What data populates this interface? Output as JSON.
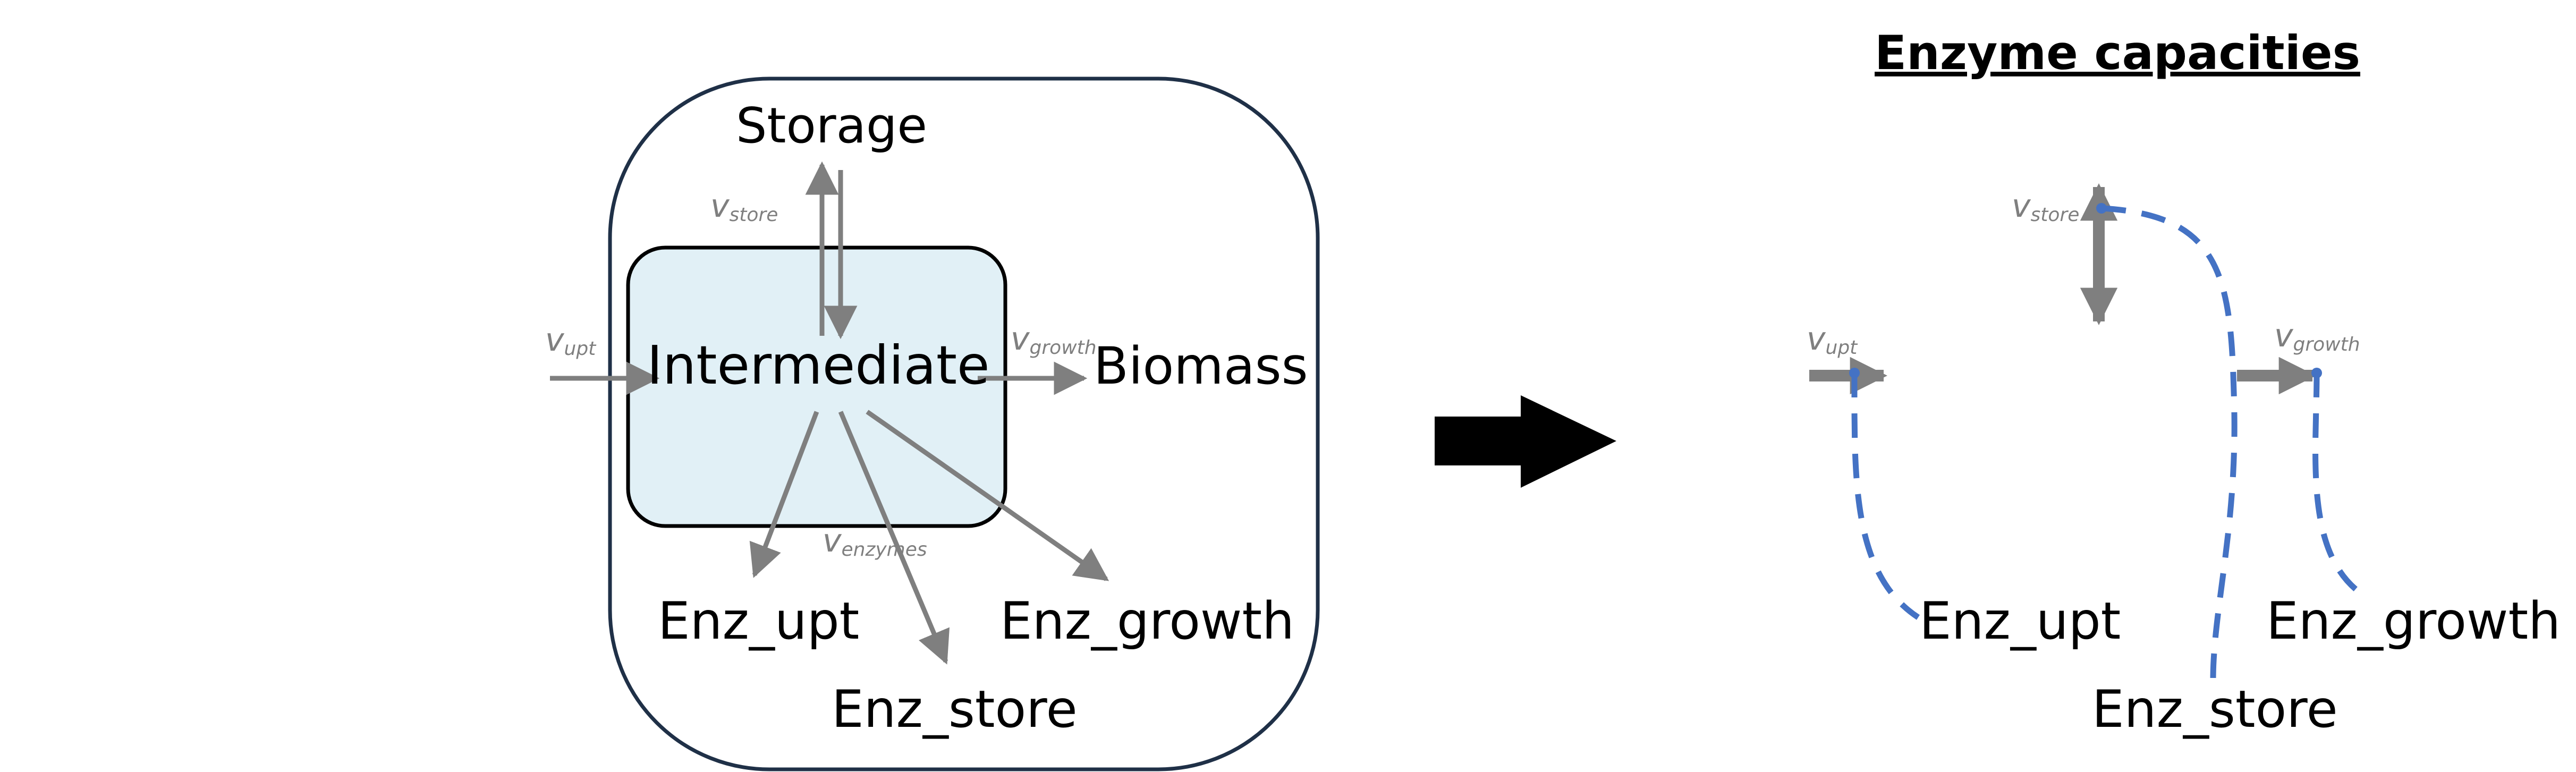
{
  "left_panel": {
    "nodes": {
      "storage": "Storage",
      "intermediate": "Intermediate",
      "biomass": "Biomass",
      "enz_upt": "Enz_upt",
      "enz_store": "Enz_store",
      "enz_growth": "Enz_growth"
    },
    "fluxes": {
      "upt": {
        "symbol": "v",
        "sub": "upt"
      },
      "store": {
        "symbol": "v",
        "sub": "store"
      },
      "growth": {
        "symbol": "v",
        "sub": "growth"
      },
      "enzymes": {
        "symbol": "v",
        "sub": "enzymes"
      }
    }
  },
  "right_panel": {
    "title": "Enzyme capacities",
    "fluxes": {
      "upt": {
        "symbol": "v",
        "sub": "upt"
      },
      "store": {
        "symbol": "v",
        "sub": "store"
      },
      "growth": {
        "symbol": "v",
        "sub": "growth"
      }
    },
    "enzymes": {
      "enz_upt": "Enz_upt",
      "enz_store": "Enz_store",
      "enz_growth": "Enz_growth"
    }
  },
  "colors": {
    "cell_outline": "#1f3047",
    "compartment_fill": "#e1f0f6",
    "compartment_outline": "#000000",
    "arrow_gray": "#7f7f7f",
    "enzyme_link_blue": "#4472c4",
    "big_arrow": "#000000"
  }
}
